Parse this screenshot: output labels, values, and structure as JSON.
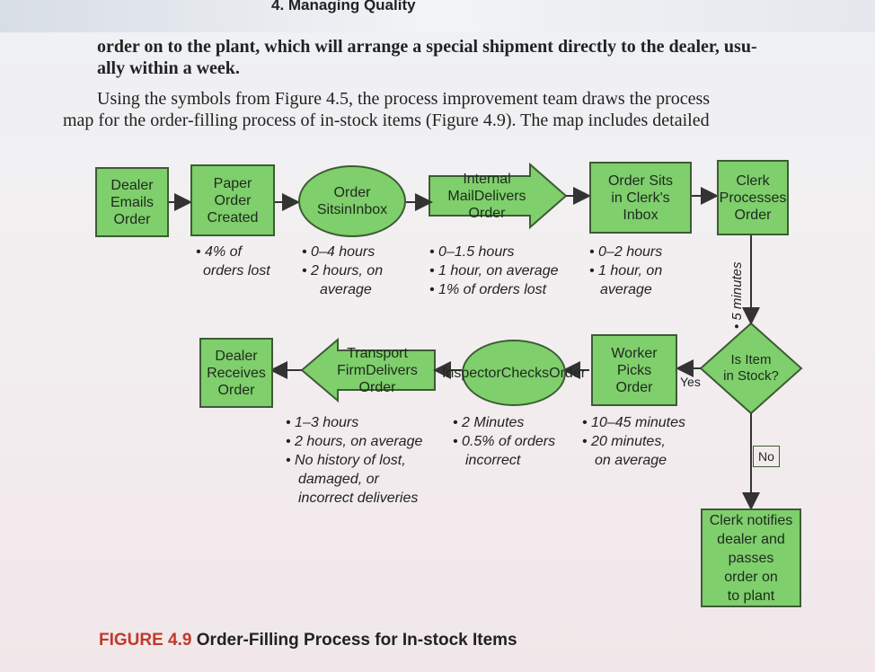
{
  "running_head": "4. Managing Quality",
  "paragraph1": {
    "line1": "order on to the plant, which will arrange a special shipment directly to the dealer, usu-",
    "line2": "ally within a week."
  },
  "paragraph2": {
    "line1": "Using the symbols from Figure 4.5, the process improvement team draws the process",
    "line2": "map for the order-filling process of in-stock items (Figure 4.9). The map includes detailed"
  },
  "nodes": {
    "dealer_emails": [
      "Dealer",
      "Emails",
      "Order"
    ],
    "paper_order": [
      "Paper",
      "Order",
      "Created"
    ],
    "order_sits_inbox": [
      "Order Sits",
      "in",
      "Inbox"
    ],
    "internal_mail": [
      "Internal Mail",
      "Delivers Order"
    ],
    "order_sits_clerk": [
      "Order Sits",
      "in Clerk's",
      "Inbox"
    ],
    "clerk_processes": [
      "Clerk",
      "Processes",
      "Order"
    ],
    "is_item_in_stock": [
      "Is Item",
      "in Stock?"
    ],
    "worker_picks": [
      "Worker",
      "Picks",
      "Order"
    ],
    "inspector_checks": [
      "Inspector",
      "Checks",
      "Order"
    ],
    "transport_firm": [
      "Transport Firm",
      "Delivers Order"
    ],
    "dealer_receives": [
      "Dealer",
      "Receives",
      "Order"
    ],
    "clerk_notifies": [
      "Clerk notifies",
      "dealer and",
      "passes",
      "order on",
      "to plant"
    ]
  },
  "labels": {
    "yes": "Yes",
    "no": "No",
    "five_minutes": "• 5 minutes"
  },
  "notes": {
    "paper_order": [
      "• 4% of",
      "orders lost"
    ],
    "inbox": [
      "• 0–4 hours",
      "• 2 hours, on",
      "average"
    ],
    "internal_mail": [
      "• 0–1.5 hours",
      "• 1 hour, on average",
      "• 1% of orders lost"
    ],
    "clerk_inbox": [
      "• 0–2 hours",
      "• 1 hour, on",
      "average"
    ],
    "transport": [
      "• 1–3 hours",
      "• 2 hours, on average",
      "• No history of lost,",
      "damaged, or",
      "incorrect deliveries"
    ],
    "inspector": [
      "• 2 Minutes",
      "• 0.5% of orders",
      "incorrect"
    ],
    "worker": [
      "• 10–45 minutes",
      "• 20 minutes,",
      "on average"
    ]
  },
  "caption": {
    "figure": "FIGURE 4.9",
    "title": "Order-Filling Process for In-stock Items"
  },
  "colors": {
    "box_fill": "#7fcf6c",
    "box_border": "#3c5c34",
    "caption_figure": "#c0392b"
  }
}
